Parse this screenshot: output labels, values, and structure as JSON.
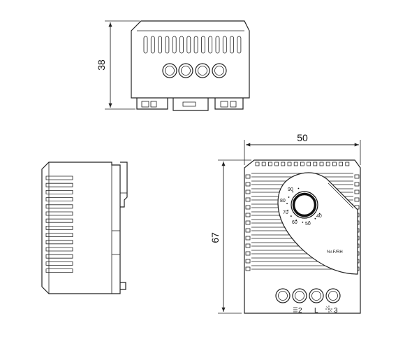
{
  "dimensions": {
    "height_top_view": "38",
    "width_front_view": "50",
    "height_front_view": "67"
  },
  "dial": {
    "scale_labels": [
      "90",
      "80",
      "70",
      "60",
      "50",
      "40"
    ],
    "units_label": "%r.F/RH"
  },
  "terminals": {
    "label_2": "2",
    "label_L": "L",
    "label_3": "3"
  }
}
